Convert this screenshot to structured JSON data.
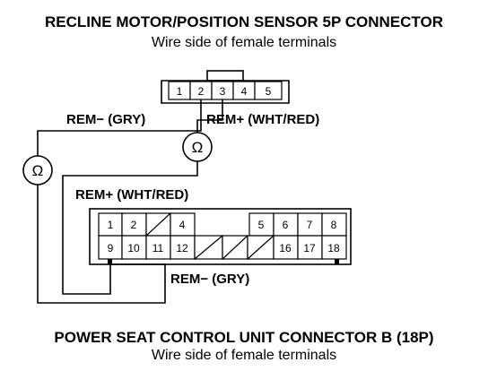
{
  "top_connector": {
    "title": "RECLINE MOTOR/POSITION SENSOR 5P CONNECTOR",
    "subtitle": "Wire side of female terminals",
    "pins": [
      "1",
      "2",
      "3",
      "4",
      "5"
    ]
  },
  "bottom_connector": {
    "title": "POWER SEAT CONTROL UNIT CONNECTOR B (18P)",
    "subtitle": "Wire side of female terminals",
    "row1": [
      "1",
      "2",
      "",
      "4",
      "",
      "",
      "5",
      "6",
      "7",
      "8"
    ],
    "row2": [
      "9",
      "10",
      "11",
      "12",
      "",
      "",
      "",
      "16",
      "17",
      "18"
    ]
  },
  "labels": {
    "rem_minus_top": "REM− (GRY)",
    "rem_plus_top": "REM+ (WHT/RED)",
    "rem_plus_bottom": "REM+ (WHT/RED)",
    "rem_minus_bottom": "REM− (GRY)"
  },
  "meters": {
    "left_symbol": "Ω",
    "right_symbol": "Ω"
  }
}
